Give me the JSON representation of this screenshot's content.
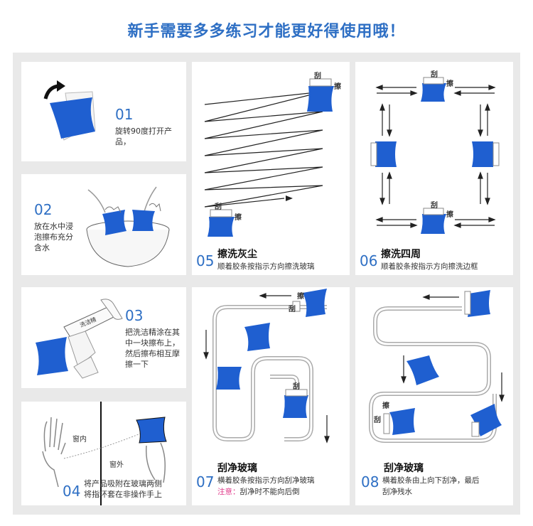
{
  "title": "新手需要多多练习才能更好得使用哦！",
  "steps": {
    "s01": {
      "num": "01",
      "text": "旋转90度打开产品，"
    },
    "s02": {
      "num": "02",
      "text": "放在水中浸泡擦布充分含水"
    },
    "s03": {
      "num": "03",
      "label": "洗洁精",
      "text": "把洗洁精涂在其中一块擦布上，然后擦布相互摩擦一下"
    },
    "s04": {
      "num": "04",
      "inside": "窗内",
      "outside": "窗外",
      "line1": "将产品吸附在玻璃两侧",
      "line2": "将指环套在非操作手上"
    },
    "s05": {
      "num": "05",
      "heading": "擦洗灰尘",
      "text": "顺着胶条按指示方向擦洗玻璃"
    },
    "s06": {
      "num": "06",
      "heading": "擦洗四周",
      "text": "顺着胶条按指示方向擦洗边框"
    },
    "s07": {
      "num": "07",
      "heading": "刮净玻璃",
      "text": "横着胶条按指示方向刮净玻璃",
      "note_label": "注意：",
      "note": "刮净时不能向后倒"
    },
    "s08": {
      "num": "08",
      "heading": "刮净玻璃",
      "line1": "横着胶条由上向下刮净，最后",
      "line2": "刮净残水"
    }
  },
  "labels": {
    "scrape": "刮",
    "wipe": "擦"
  },
  "colors": {
    "accent": "#2e6fc4",
    "cloth": "#1f5fd0",
    "warn": "#e0398a"
  }
}
